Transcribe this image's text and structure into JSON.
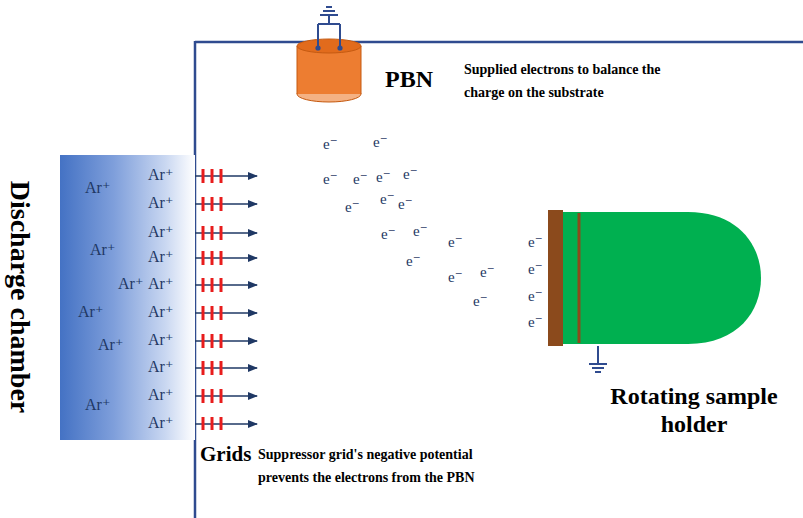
{
  "diagram": {
    "nodes": [
      {
        "text": [
          "Discharge chamber",
          "Ar⁺",
          "Ar⁺",
          "Ar⁺",
          "Ar⁺",
          "Ar⁺",
          "Ar⁺",
          "Ar⁺",
          "Ar⁺",
          "Ar⁺",
          "Ar⁺",
          "Ar⁺",
          "Ar⁺",
          "Ar⁺",
          "Ar⁺",
          "Ar⁺",
          "Ar⁺"
        ]
      },
      {
        "text": [
          "PBN"
        ]
      },
      {
        "text": [
          "Rotating sample holder"
        ]
      },
      {
        "text": [
          "Grids"
        ]
      }
    ],
    "labels": [
      "Supplied electrons to balance the charge on the substrate",
      "e⁻",
      "e⁻",
      "e⁻",
      "e⁻",
      "e⁻",
      "e⁻",
      "e⁻",
      "e⁻",
      "e⁻",
      "e⁻",
      "e⁻",
      "e⁻",
      "e⁻",
      "e⁻",
      "e⁻",
      "e⁻",
      "e⁻",
      "e⁻",
      "e⁻",
      "e⁻",
      "Suppressor grid's negative potential prevents the electrons from the PBN"
    ]
  }
}
